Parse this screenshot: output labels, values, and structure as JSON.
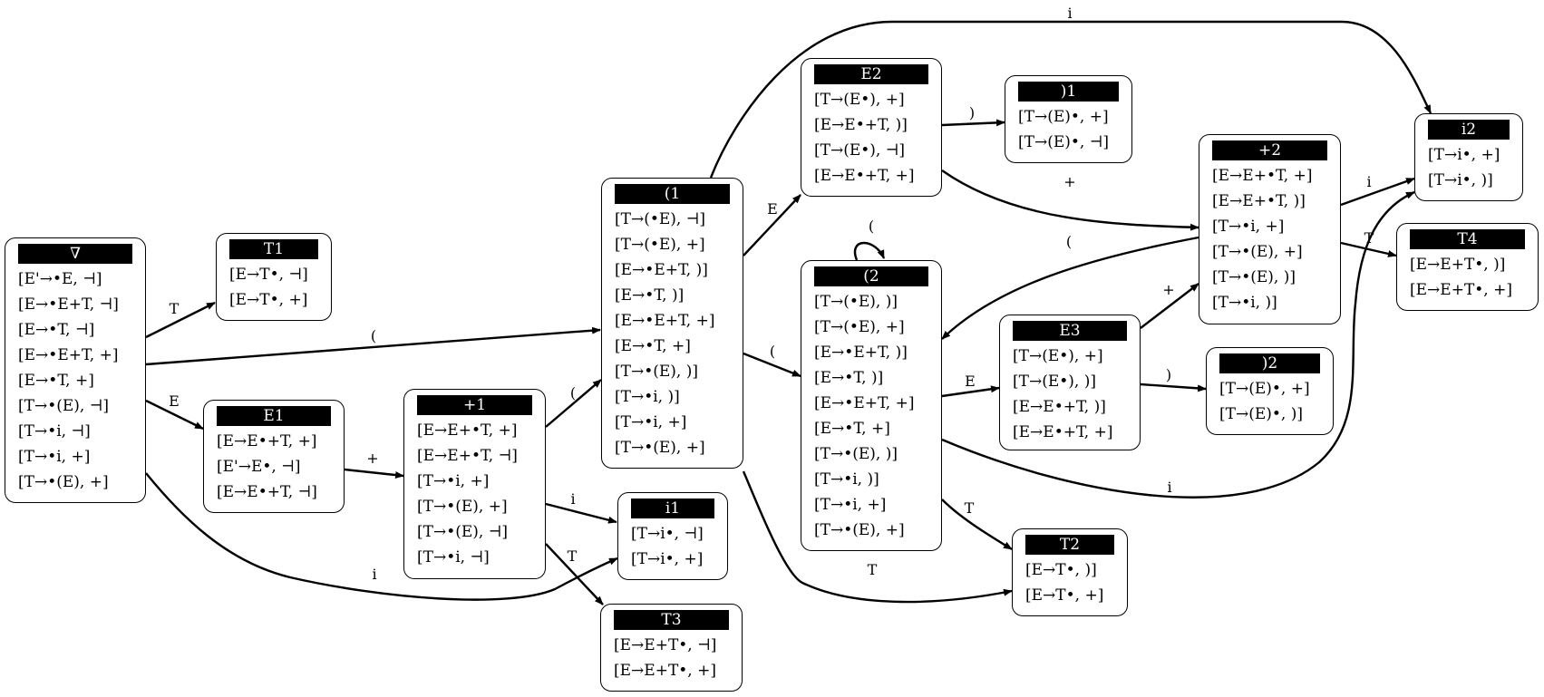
{
  "states": [
    {
      "id": "start",
      "name": "∇",
      "items": [
        "[E'→•E, ⊣]",
        "[E→•E+T, ⊣]",
        "[E→•T, ⊣]",
        "[E→•E+T, +]",
        "[E→•T, +]",
        "[T→•(E), ⊣]",
        "[T→•i, ⊣]",
        "[T→•i, +]",
        "[T→•(E), +]"
      ]
    },
    {
      "id": "T1",
      "name": "T1",
      "items": [
        "[E→T•, ⊣]",
        "[E→T•, +]"
      ]
    },
    {
      "id": "E1",
      "name": "E1",
      "items": [
        "[E→E•+T, +]",
        "[E'→E•, ⊣]",
        "[E→E•+T, ⊣]"
      ]
    },
    {
      "id": "plus1",
      "name": "+1",
      "items": [
        "[E→E+•T, +]",
        "[E→E+•T, ⊣]",
        "[T→•i, +]",
        "[T→•(E), +]",
        "[T→•(E), ⊣]",
        "[T→•i, ⊣]"
      ]
    },
    {
      "id": "paren1",
      "name": "(1",
      "items": [
        "[T→(•E), ⊣]",
        "[T→(•E), +]",
        "[E→•E+T, )]",
        "[E→•T, )]",
        "[E→•E+T, +]",
        "[E→•T, +]",
        "[T→•(E), )]",
        "[T→•i, )]",
        "[T→•i, +]",
        "[T→•(E), +]"
      ]
    },
    {
      "id": "i1",
      "name": "i1",
      "items": [
        "[T→i•, ⊣]",
        "[T→i•, +]"
      ]
    },
    {
      "id": "T3",
      "name": "T3",
      "items": [
        "[E→E+T•, ⊣]",
        "[E→E+T•, +]"
      ]
    },
    {
      "id": "E2",
      "name": "E2",
      "items": [
        "[T→(E•), +]",
        "[E→E•+T, )]",
        "[T→(E•), ⊣]",
        "[E→E•+T, +]"
      ]
    },
    {
      "id": "rparen1",
      "name": ")1",
      "items": [
        "[T→(E)•, +]",
        "[T→(E)•, ⊣]"
      ]
    },
    {
      "id": "paren2",
      "name": "(2",
      "items": [
        "[T→(•E), )]",
        "[T→(•E), +]",
        "[E→•E+T, )]",
        "[E→•T, )]",
        "[E→•E+T, +]",
        "[E→•T, +]",
        "[T→•(E), )]",
        "[T→•i, )]",
        "[T→•i, +]",
        "[T→•(E), +]"
      ]
    },
    {
      "id": "E3",
      "name": "E3",
      "items": [
        "[T→(E•), +]",
        "[T→(E•), )]",
        "[E→E•+T, )]",
        "[E→E•+T, +]"
      ]
    },
    {
      "id": "T2",
      "name": "T2",
      "items": [
        "[E→T•, )]",
        "[E→T•, +]"
      ]
    },
    {
      "id": "plus2",
      "name": "+2",
      "items": [
        "[E→E+•T, +]",
        "[E→E+•T, )]",
        "[T→•i, +]",
        "[T→•(E), +]",
        "[T→•(E), )]",
        "[T→•i, )]"
      ]
    },
    {
      "id": "rparen2",
      "name": ")2",
      "items": [
        "[T→(E)•, +]",
        "[T→(E)•, )]"
      ]
    },
    {
      "id": "i2",
      "name": "i2",
      "items": [
        "[T→i•, +]",
        "[T→i•, )]"
      ]
    },
    {
      "id": "T4",
      "name": "T4",
      "items": [
        "[E→E+T•, )]",
        "[E→E+T•, +]"
      ]
    }
  ],
  "edges": [
    {
      "from": "start",
      "to": "T1",
      "label": "T"
    },
    {
      "from": "start",
      "to": "paren1",
      "label": "("
    },
    {
      "from": "start",
      "to": "E1",
      "label": "E"
    },
    {
      "from": "start",
      "to": "i1",
      "label": "i"
    },
    {
      "from": "E1",
      "to": "plus1",
      "label": "+"
    },
    {
      "from": "plus1",
      "to": "paren1",
      "label": "("
    },
    {
      "from": "plus1",
      "to": "i1",
      "label": "i"
    },
    {
      "from": "plus1",
      "to": "T3",
      "label": "T"
    },
    {
      "from": "paren1",
      "to": "E2",
      "label": "E"
    },
    {
      "from": "paren1",
      "to": "paren2",
      "label": "("
    },
    {
      "from": "paren1",
      "to": "T2",
      "label": "T"
    },
    {
      "from": "paren1",
      "to": "i2",
      "label": "i"
    },
    {
      "from": "E2",
      "to": "rparen1",
      "label": ")"
    },
    {
      "from": "E2",
      "to": "plus2",
      "label": "+"
    },
    {
      "from": "paren2",
      "to": "paren2",
      "label": "("
    },
    {
      "from": "paren2",
      "to": "E3",
      "label": "E"
    },
    {
      "from": "paren2",
      "to": "T2",
      "label": "T"
    },
    {
      "from": "paren2",
      "to": "i2",
      "label": "i"
    },
    {
      "from": "E3",
      "to": "plus2",
      "label": "+"
    },
    {
      "from": "E3",
      "to": "rparen2",
      "label": ")"
    },
    {
      "from": "plus2",
      "to": "i2",
      "label": "i"
    },
    {
      "from": "plus2",
      "to": "T4",
      "label": "T"
    },
    {
      "from": "plus2",
      "to": "paren2",
      "label": "("
    }
  ]
}
